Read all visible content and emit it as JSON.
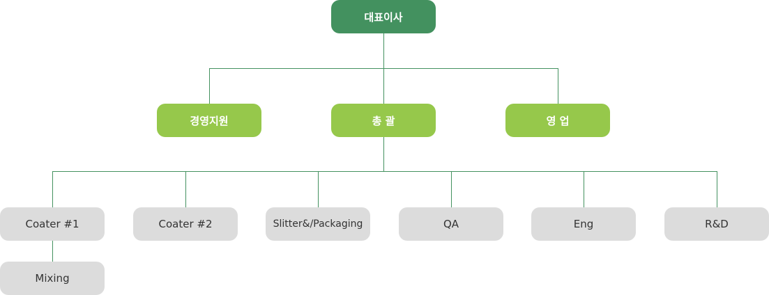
{
  "org_chart": {
    "ceo": {
      "label": "대표이사"
    },
    "divisions": [
      {
        "label": "경영지원"
      },
      {
        "label": "총 괄"
      },
      {
        "label": "영 업"
      }
    ],
    "teams": [
      {
        "label": "Coater #1"
      },
      {
        "label": "Coater #2"
      },
      {
        "label": "Slitter&/Packaging"
      },
      {
        "label": "QA"
      },
      {
        "label": "Eng"
      },
      {
        "label": "R&D"
      }
    ],
    "sub_team": {
      "label": "Mixing"
    },
    "colors": {
      "ceo": "#43915f",
      "division": "#96c84b",
      "team": "#dcdcdc",
      "connector": "#43915f"
    }
  }
}
